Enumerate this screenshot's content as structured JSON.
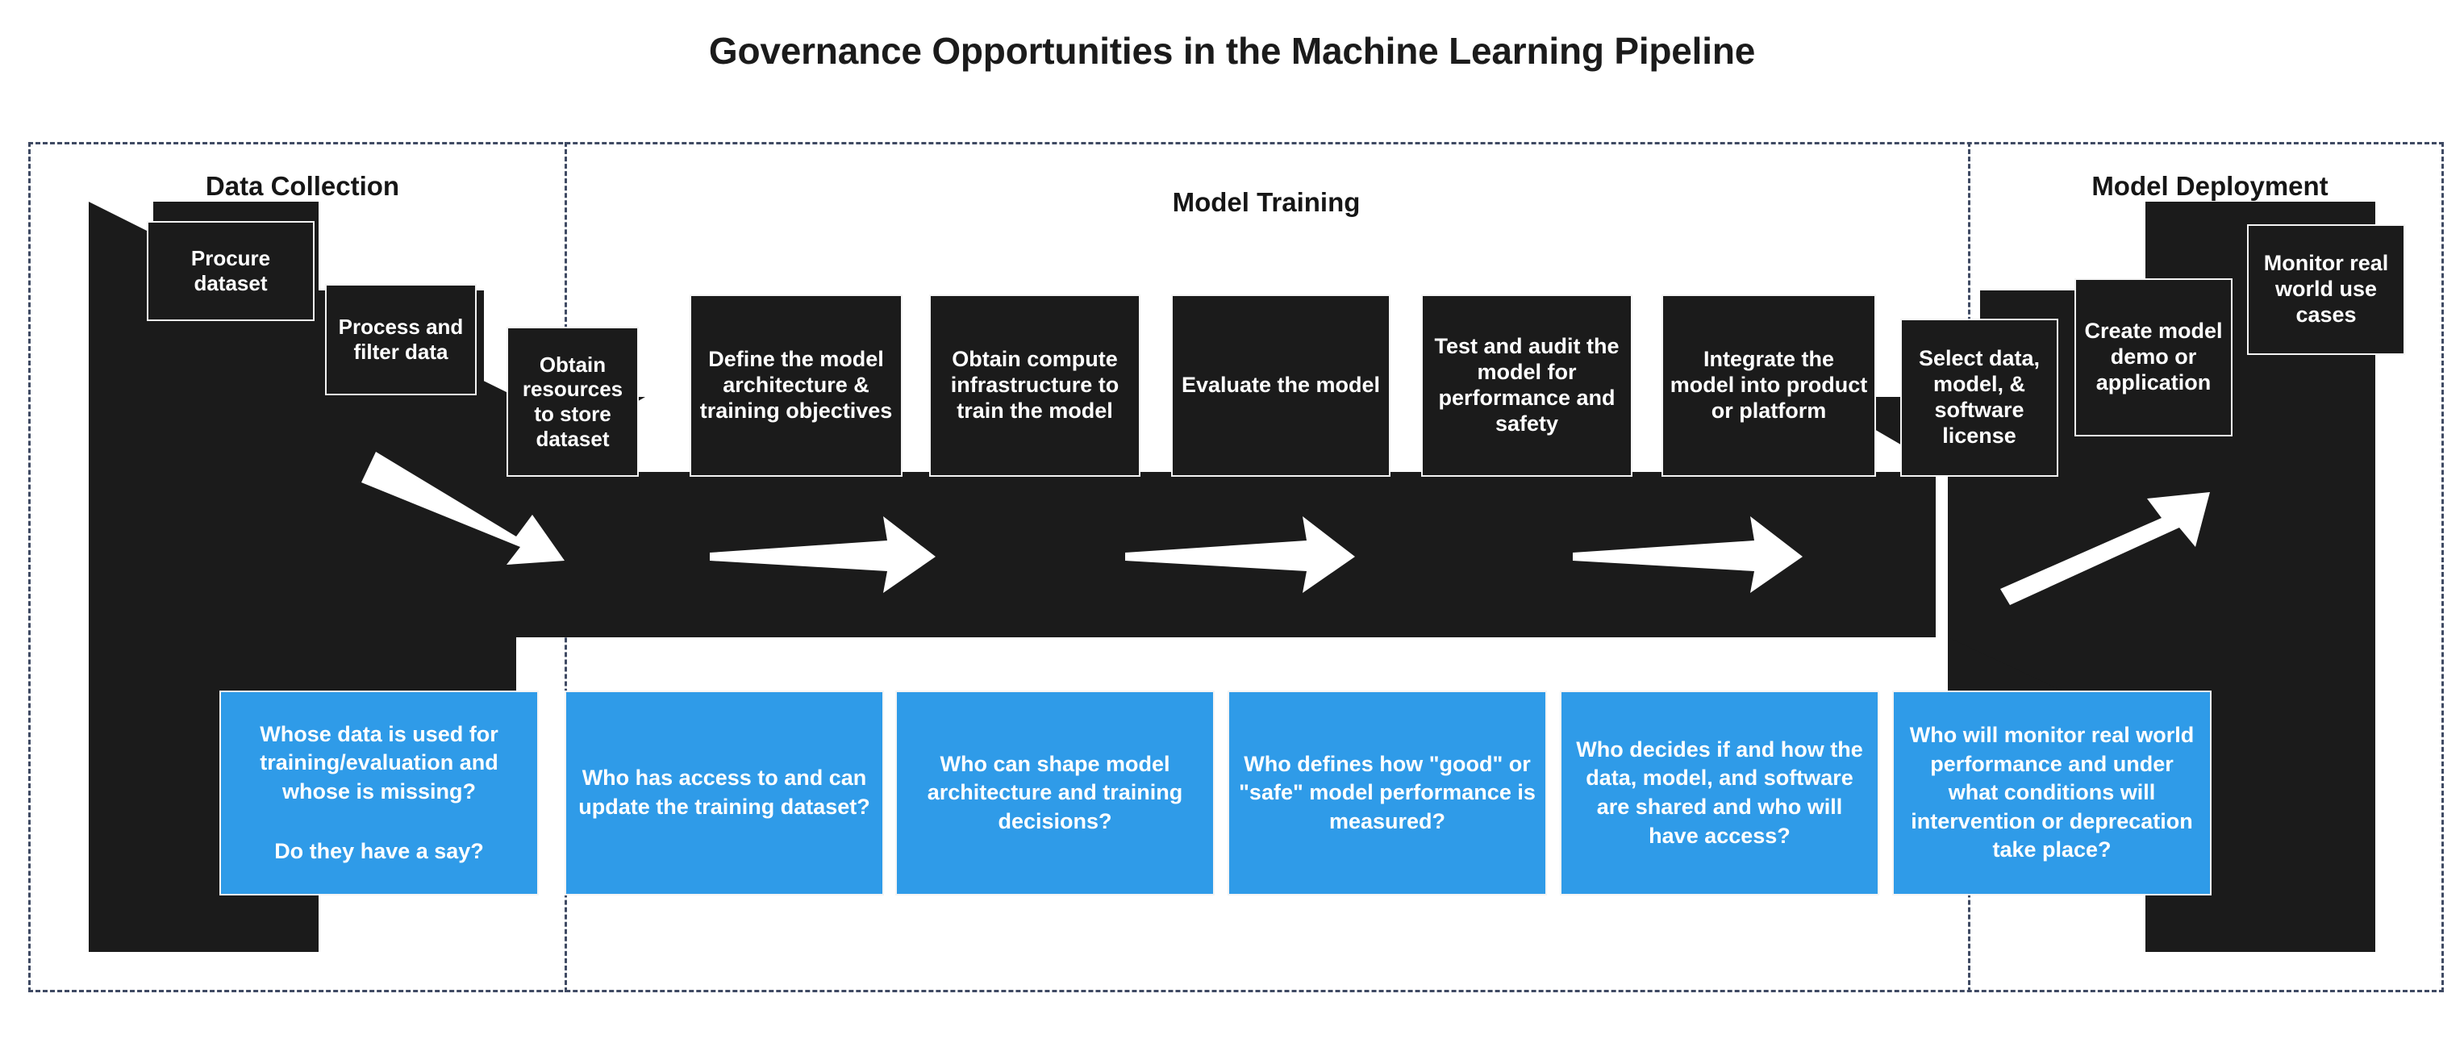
{
  "title": "Governance Opportunities in the Machine Learning Pipeline",
  "colors": {
    "accent_blue": "#2F9BE8",
    "dark": "#1b1b1b",
    "frame_dash": "#3f4a63",
    "text_light": "#ffffff"
  },
  "phases": [
    {
      "id": "data-collection",
      "label": "Data Collection"
    },
    {
      "id": "model-training",
      "label": "Model Training"
    },
    {
      "id": "model-deployment",
      "label": "Model Deployment"
    }
  ],
  "steps": [
    {
      "id": "procure-dataset",
      "label": "Procure dataset"
    },
    {
      "id": "process-filter-data",
      "label": "Process and filter data"
    },
    {
      "id": "obtain-resources-store",
      "label": "Obtain resources to store dataset"
    },
    {
      "id": "define-architecture",
      "label": "Define the model architecture & training objectives"
    },
    {
      "id": "obtain-compute",
      "label": "Obtain compute infrastructure to train the model"
    },
    {
      "id": "evaluate-model",
      "label": "Evaluate the model"
    },
    {
      "id": "test-audit-model",
      "label": "Test and audit the model for performance and safety"
    },
    {
      "id": "integrate-model",
      "label": "Integrate the model into product or platform"
    },
    {
      "id": "select-license",
      "label": "Select data, model, & software license"
    },
    {
      "id": "create-demo",
      "label": "Create model demo or application"
    },
    {
      "id": "monitor-use-cases",
      "label": "Monitor real world use cases"
    }
  ],
  "questions": [
    {
      "id": "whose-data",
      "lines": [
        "Whose data is used for training/evaluation and whose is missing?",
        "Do they have a say?"
      ]
    },
    {
      "id": "dataset-access",
      "lines": [
        "Who has access to and can update the training dataset?"
      ]
    },
    {
      "id": "shape-architecture",
      "lines": [
        "Who can shape model architecture and training decisions?"
      ]
    },
    {
      "id": "define-performance",
      "lines": [
        "Who defines how \"good\" or \"safe\" model performance is measured?"
      ]
    },
    {
      "id": "sharing-access",
      "lines": [
        "Who decides if and how the data, model, and software are shared and who will have access?"
      ]
    },
    {
      "id": "monitor-intervention",
      "lines": [
        "Who will monitor real world performance and under what conditions will intervention or deprecation take place?"
      ]
    }
  ]
}
